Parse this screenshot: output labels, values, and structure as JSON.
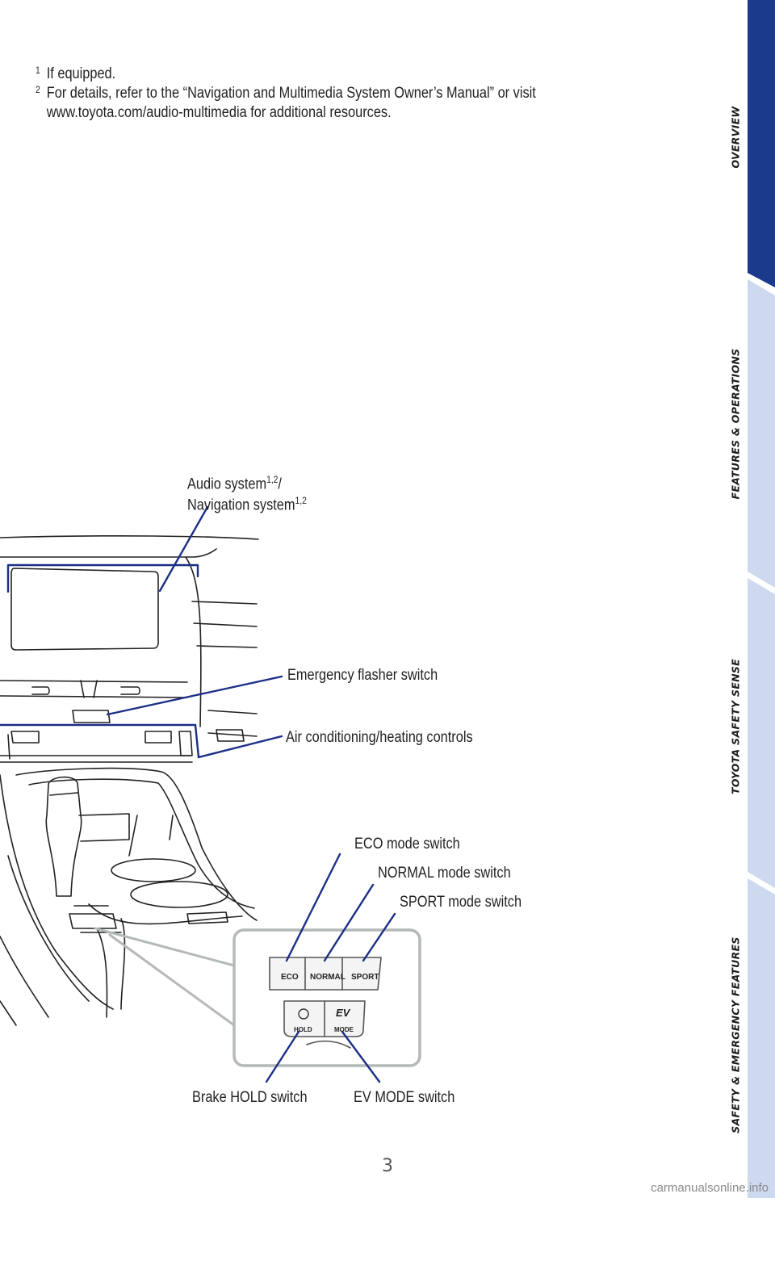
{
  "footnotes": [
    {
      "mark": "1",
      "text": "If equipped."
    },
    {
      "mark": "2",
      "text": "For details, refer to the “Navigation and Multimedia System Owner’s Manual” or visit",
      "continuation": "www.toyota.com/audio-multimedia for additional resources."
    }
  ],
  "callouts": {
    "audio": {
      "line1": "Audio system",
      "sup1": "1,2",
      "slash": "/",
      "line2": "Navigation system",
      "sup2": "1,2"
    },
    "emergency": "Emergency flasher switch",
    "climate": "Air conditioning/heating controls",
    "eco": "ECO mode switch",
    "normal": "NORMAL mode switch",
    "sport": "SPORT mode switch",
    "brake_hold": "Brake HOLD switch",
    "ev_mode": "EV MODE switch"
  },
  "panel_buttons": {
    "eco": "ECO",
    "normal": "NORMAL",
    "sport": "SPORT",
    "hold": "HOLD",
    "ev": "EV",
    "mode": "MODE"
  },
  "side_tabs": [
    {
      "label": "OVERVIEW",
      "active": true
    },
    {
      "label": "FEATURES & OPERATIONS",
      "active": false
    },
    {
      "label": "TOYOTA SAFETY SENSE",
      "active": false
    },
    {
      "label": "SAFETY & EMERGENCY FEATURES",
      "active": false
    }
  ],
  "colors": {
    "tab_active": "#1b3a8c",
    "tab_inactive": "#cdd9ee",
    "callout_line": "#1b2f86",
    "panel_outline": "#b4b9b8"
  },
  "page_number": "3",
  "watermark": "carmanualsonline.info"
}
